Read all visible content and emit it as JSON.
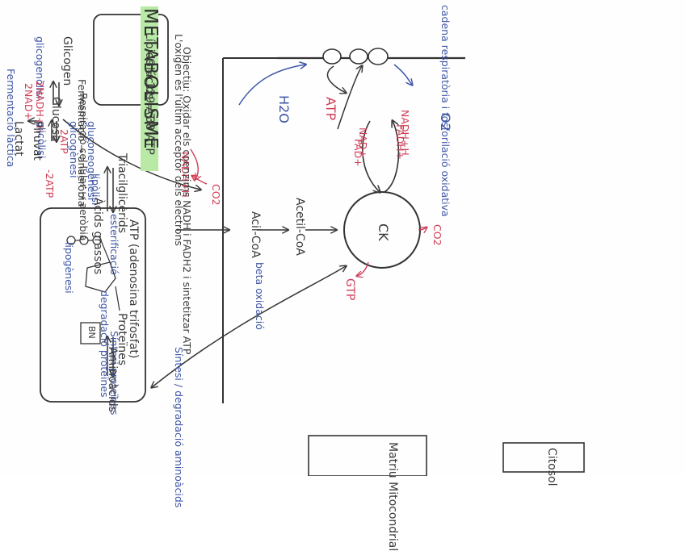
{
  "title": "METABOLISME",
  "cytosol": {
    "label": "Citosol",
    "glicogen": "Glicogen",
    "glucosa": "Glucosa",
    "piruvat": "Piruvat",
    "lactat": "Lactat",
    "fermentacio": "Fermentació làctica",
    "glicogenolisi": "glicogenòlisi",
    "glicogenesi": "glicogènesi",
    "glicolisi": "glicòlisi",
    "gluconeogenesi": "gluconeogènesi",
    "red_2nad": "2NAD+",
    "red_2nadh": "2NADH+H",
    "red_2atp": "2ATP",
    "red_minus2atp": "-2ATP",
    "trigliceridos": "Triacilglicèrids",
    "esterificacio": "esterificació",
    "lipolisi": "lipòlisi",
    "acids_grassos": "Àcids grassos",
    "lipogenesi": "lipogènesi",
    "proteines": "Proteïnes",
    "sintesi_proteines": "Síntesi proteïnes",
    "degradacio_proteines": "degradació proteïnes",
    "aminoacids": "Aminoàcids",
    "sintesi_degradacio": "Síntesi / degradació aminoàcids"
  },
  "matrix": {
    "label": "Matriu Mitocondrial",
    "acetil_coa": "Acetil-CoA",
    "acil_coa": "Acil-CoA",
    "beta_oxidacio": "beta oxidació",
    "red_co2": "CO2",
    "red_nadh": "NADH+H",
    "ck": "CK",
    "ck_co2": "CO2",
    "gtp": "GTP",
    "nad": "NAD+",
    "fad": "FAD+",
    "nadh": "NADH+H",
    "fadh": "FADH+",
    "atp": "ATP",
    "h2o": "H2O",
    "o2": "O2",
    "cadena": "cadena respiratòria i fosforilació oxidativa"
  },
  "notes": {
    "oxigen": "L'oxigen és l'últim acceptor dels electrons",
    "objectiu": "Objectiu: Oxidar els coenzims NADH i FADH2 i sintetitzar ATP",
    "lipids": "Lípids = 129 ATP",
    "glucids": "Glúcids = 38 ATP",
    "fermentacio": "Fermentació → anaeròbia",
    "respiracio": "Respiració cel·lular → aeròbia",
    "atp_title": "ATP (adenosina trifosfat)",
    "bn": "BN"
  },
  "colors": {
    "ink": "#3a3a3a",
    "blue": "#3e56a6",
    "red": "#cf3d55",
    "highlight": "#b8eaa6"
  }
}
